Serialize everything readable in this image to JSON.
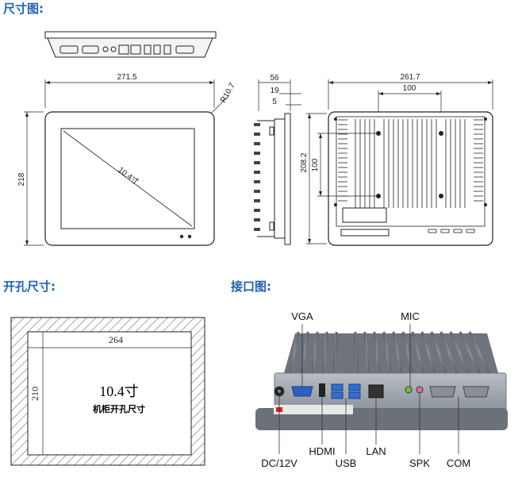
{
  "headings": {
    "dimensions": "尺寸图:",
    "cutout": "开孔尺寸:",
    "interfaces": "接口图:"
  },
  "dimensions": {
    "front_width": "271.5",
    "front_height": "218",
    "corner_radius": "R10.7",
    "screen_diagonal": "10.4寸",
    "side_depth": "56",
    "side_depth2": "19",
    "side_depth3": "5",
    "back_width": "261.7",
    "vesa_h": "100",
    "vesa_v": "100",
    "back_height": "208.2"
  },
  "cutout": {
    "width": "264",
    "height": "210",
    "size_label": "10.4寸",
    "caption": "机柜开孔尺寸"
  },
  "ports": {
    "vga": "VGA",
    "mic": "MIC",
    "dc": "DC/12V",
    "hdmi": "HDMI",
    "usb": "USB",
    "lan": "LAN",
    "spk": "SPK",
    "com": "COM"
  },
  "colors": {
    "heading": "#1f5fae",
    "line": "#222222",
    "device_body": "#9aa0a8",
    "usb_blue": "#2f6fd6",
    "hatch": "#888888"
  }
}
